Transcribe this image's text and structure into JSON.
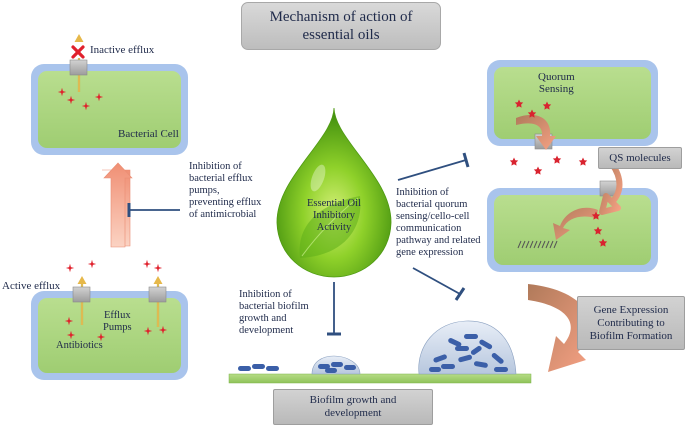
{
  "title": {
    "line1": "Mechanism of action of",
    "line2": "essential oils"
  },
  "labels": {
    "inactive_efflux": "Inactive efflux",
    "bacterial_cell": "Bacterial Cell",
    "active_efflux": "Active efflux",
    "efflux_pumps_1": "Efflux",
    "efflux_pumps_2": "Pumps",
    "antibiotics": "Antibiotics",
    "inhibition_efflux": [
      "Inhibition of",
      "bacterial efflux",
      "pumps,",
      "preventing efflux",
      "of antimicrobial"
    ],
    "essential_oil": [
      "Essential Oil",
      "Inhibitory",
      "Activity"
    ],
    "inhibition_biofilm": [
      "Inhibition of",
      "bacterial biofilm",
      "growth and",
      "development"
    ],
    "inhibition_qs": [
      "Inhibition of",
      "bacterial quorum",
      "sensing/cello-cell",
      "communication",
      "pathway and related",
      "gene expression"
    ],
    "quorum_sensing": [
      "Quorum",
      "Sensing"
    ],
    "qs_molecules": "QS molecules",
    "gene_expression": [
      "Gene Expression",
      "Contributing to",
      "Biofilm Formation"
    ],
    "biofilm_growth": [
      "Biofilm growth and",
      "development"
    ]
  },
  "colors": {
    "cell_border": "#a9c4ec",
    "cell_fill": "#a8d27e",
    "antibiotic_star": "#e0202c",
    "qs_molecule": "#d9232f",
    "inhibit_line": "#2f4f7f",
    "arrow_salmon": "#f4a58c",
    "biofilm_blue": "#3b5fa8",
    "drop_green": "#6cbf1c"
  },
  "icons": [
    "cross-icon",
    "star-icon",
    "efflux-pump-icon",
    "inhibition-bar-icon",
    "arrow-up-icon",
    "curved-arrow-icon"
  ]
}
